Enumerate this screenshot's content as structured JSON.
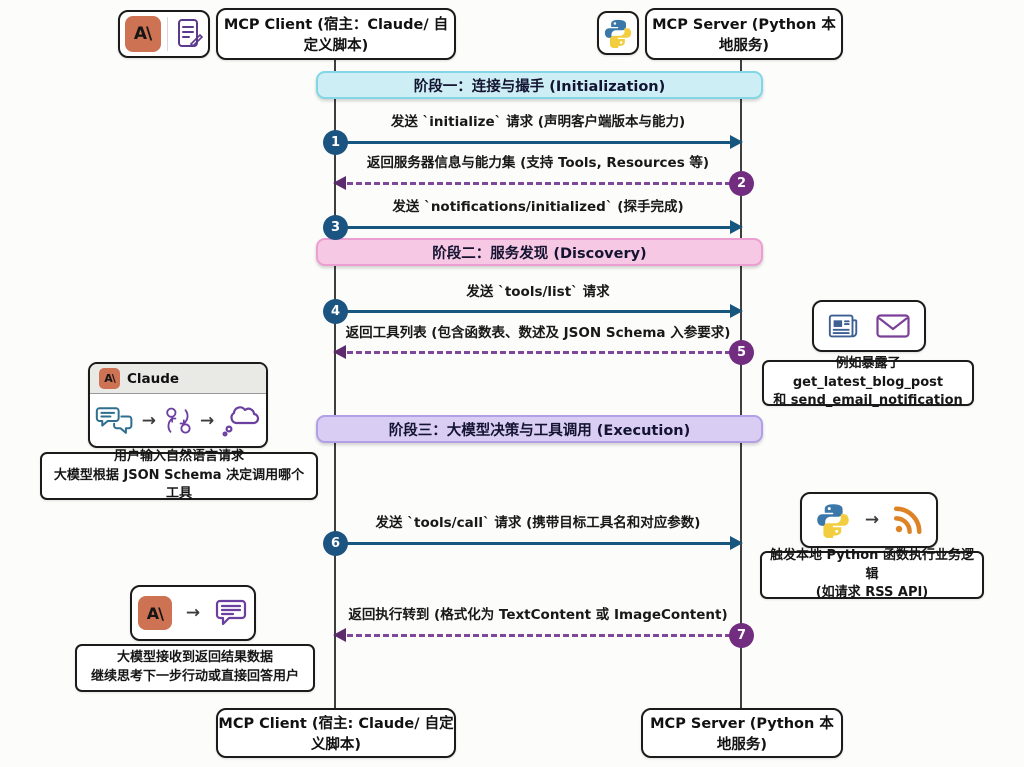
{
  "diagram_title": "MCP Client-Server sequence diagram",
  "participants": {
    "client_top_label": "MCP Client (宿主：Claude/ 自定义脚本)",
    "server_top_label": "MCP Server (Python 本地服务)",
    "client_bottom_label": "MCP Client (宿主: Claude/ 自定义脚本)",
    "server_bottom_label": "MCP Server (Python 本地服务)"
  },
  "phases": [
    {
      "label": "阶段一：连接与撮手 (Initialization)"
    },
    {
      "label": "阶段二：服务发现 (Discovery)"
    },
    {
      "label": "阶段三：大模型决策与工具调用 (Execution)"
    }
  ],
  "messages": [
    {
      "num": "1",
      "label": "发送 `initialize` 请求 (声明客户端版本与能力)",
      "direction": "client-to-server",
      "line": "solid"
    },
    {
      "num": "2",
      "label": "返回服务器信息与能力集 (支持 Tools, Resources 等)",
      "direction": "server-to-client",
      "line": "dashed"
    },
    {
      "num": "3",
      "label": "发送 `notifications/initialized` (探手完成)",
      "direction": "client-to-server",
      "line": "solid"
    },
    {
      "num": "4",
      "label": "发送 `tools/list` 请求",
      "direction": "client-to-server",
      "line": "solid"
    },
    {
      "num": "5",
      "label": "返回工具列表 (包含函数表、数述及 JSON Schema 入参要求)",
      "direction": "server-to-client",
      "line": "dashed"
    },
    {
      "num": "6",
      "label": "发送 `tools/call` 请求 (携带目标工具名和对应参数)",
      "direction": "client-to-server",
      "line": "solid"
    },
    {
      "num": "7",
      "label": "返回执行转到 (格式化为 TextContent 或 ImageContent)",
      "direction": "server-to-client",
      "line": "dashed"
    }
  ],
  "annotations": {
    "claude_card_title": "Claude",
    "user_input_note": {
      "line1": "用户输入自然语言请求",
      "line2": "大模型根据 JSON Schema 决定调用哪个工具"
    },
    "tools_example_note": {
      "line1": "例如暴露了 get_latest_blog_post",
      "line2": "和 send_email_notification"
    },
    "python_exec_note": {
      "line1": "触发本地 Python 函数执行业务逻辑",
      "line2": "(如请求 RSS API)"
    },
    "model_result_note": {
      "line1": "大模型接收到返回结果数据",
      "line2": "继续思考下一步行动或直接回答用户"
    }
  },
  "icons": {
    "anthropic_glyph": "A\\",
    "flow_arrow_glyph": "→",
    "client_badge": [
      "anthropic-ai-icon",
      "script-document-icon"
    ],
    "server_badge": [
      "python-icon"
    ],
    "discovery_example": [
      "newspaper-icon",
      "envelope-icon"
    ],
    "claude_flow": [
      "chat-bubbles-icon",
      "flow-decision-icon",
      "thought-cloud-icon"
    ],
    "execution_flow": [
      "python-icon",
      "rss-icon"
    ],
    "result_flow": [
      "anthropic-ai-icon",
      "speech-bubble-icon"
    ]
  },
  "colors": {
    "client_accent": "#17577f",
    "client_circle": "#1b5480",
    "server_circle": "#722c80",
    "dashed_line": "#7e479c",
    "phase1_fill": "#cdeef5",
    "phase1_border": "#82d6e5",
    "phase2_fill": "#f7c8e3",
    "phase2_border": "#eb9fd0",
    "phase3_fill": "#d9cdf3",
    "phase3_border": "#b1a0e7",
    "anthropic_orange": "#cd7252",
    "python_blue": "#3b78a9",
    "python_yellow": "#f2cd40",
    "rss_orange": "#dd8326"
  }
}
